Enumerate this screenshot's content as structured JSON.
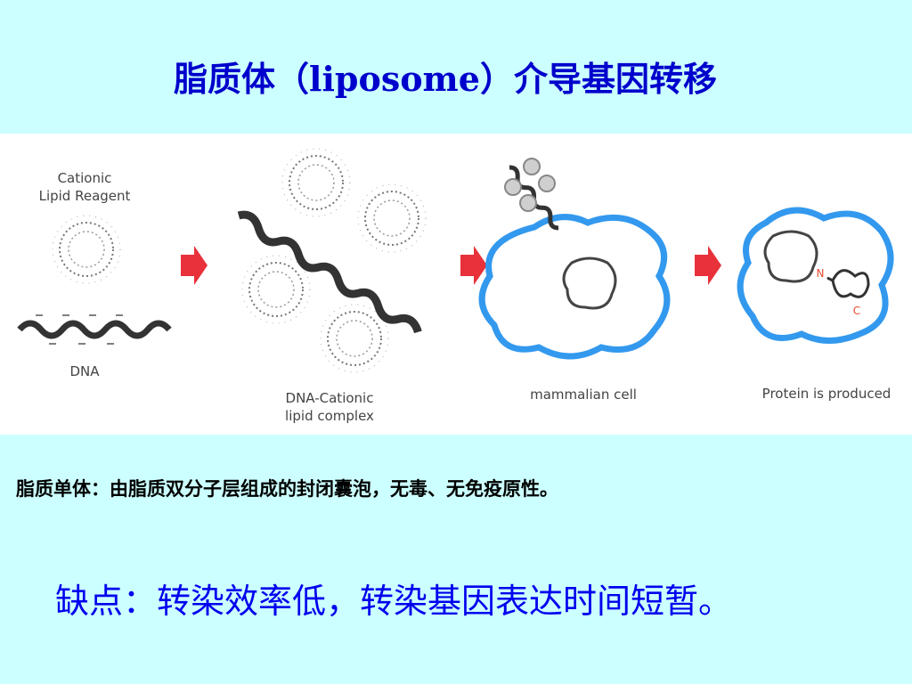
{
  "slide": {
    "title": "脂质体（liposome）介导基因转移",
    "description": "脂质单体：由脂质双分子层组成的封闭囊泡，无毒、无免疫原性。",
    "drawback": "缺点：转染效率低，转染基因表达时间短暂。"
  },
  "figure": {
    "labels": {
      "reagent": "Cationic\nLipid Reagent",
      "dna": "DNA",
      "complex": "DNA-Cationic\nlipid complex",
      "cell": "mammalian cell",
      "protein": "Protein is produced",
      "n_terminus": "N",
      "c_terminus": "C"
    },
    "colors": {
      "arrow": "#e8313a",
      "membrane": "#3399ee",
      "dna": "#333333",
      "terminus": "#e84a30"
    }
  }
}
